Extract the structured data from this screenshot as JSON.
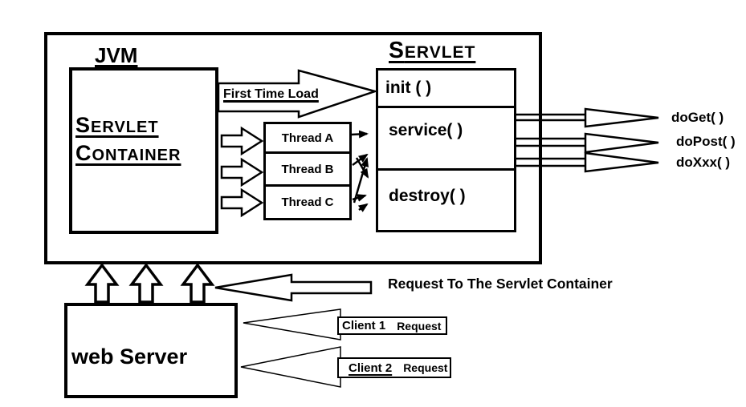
{
  "diagram": {
    "jvm_label": "JVM",
    "servlet_container": {
      "line1": "Servlet",
      "line2": "Container"
    },
    "servlet_title": "Servlet",
    "servlet_methods": [
      "init ( )",
      "service( )",
      "destroy( )"
    ],
    "threads": [
      "Thread A",
      "Thread B",
      "Thread C"
    ],
    "handlers": [
      "doGet( )",
      "doPost( )",
      "doXxx( )"
    ],
    "first_time_load_label": "First Time Load",
    "request_banner": "Request To The Servlet Container",
    "web_server_label": "web Server",
    "clients": [
      {
        "name": "Client 1",
        "action": "Request"
      },
      {
        "name": "Client 2",
        "action": "Request"
      }
    ],
    "colors": {
      "ink": "#000000",
      "background": "#ffffff"
    }
  }
}
